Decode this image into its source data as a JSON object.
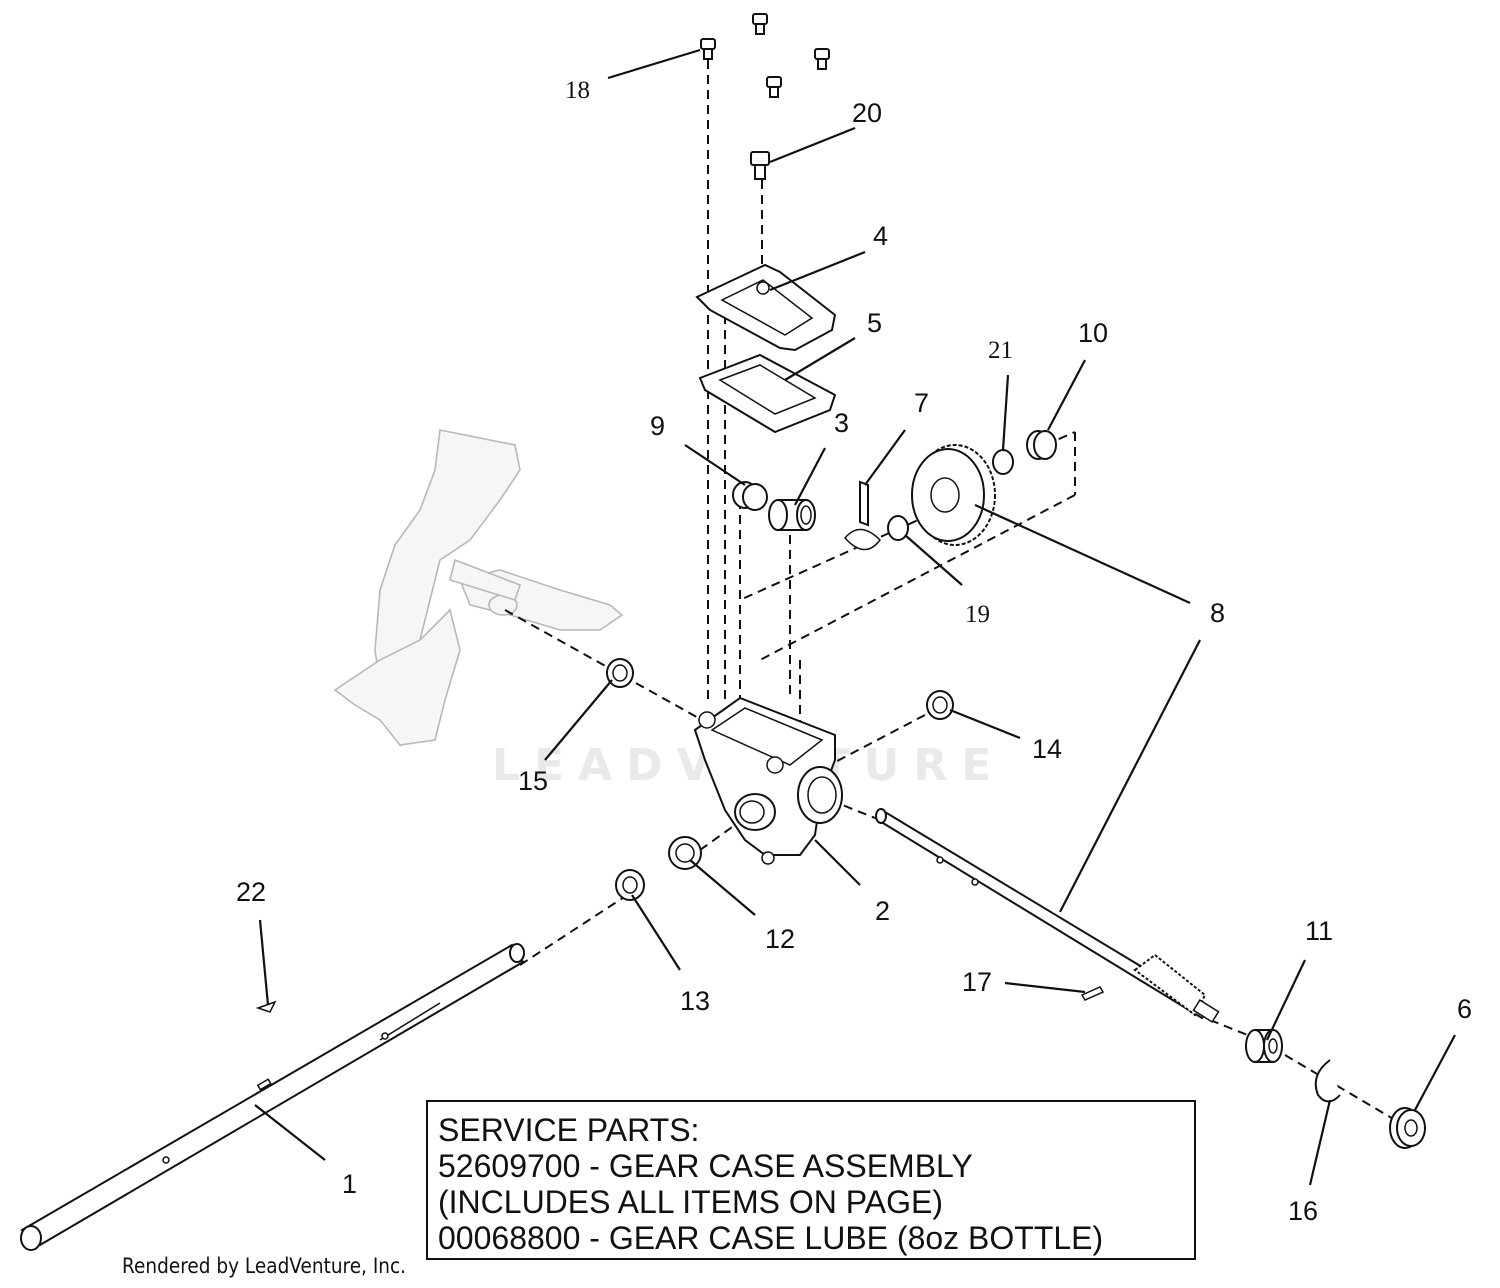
{
  "watermark": "LEADVENTURE",
  "callouts": {
    "c1": "1",
    "c2": "2",
    "c3": "3",
    "c4": "4",
    "c5": "5",
    "c6": "6",
    "c7": "7",
    "c8": "8",
    "c9": "9",
    "c10": "10",
    "c11": "11",
    "c12": "12",
    "c13": "13",
    "c14": "14",
    "c15": "15",
    "c16": "16",
    "c17": "17",
    "c18": "18",
    "c19": "19",
    "c20": "20",
    "c21": "21",
    "c22": "22"
  },
  "service_parts": {
    "heading": "SERVICE PARTS:",
    "line1": "52609700 - GEAR CASE ASSEMBLY",
    "line2": "(INCLUDES ALL ITEMS ON PAGE)",
    "line3": "00068800 - GEAR CASE LUBE (8oz BOTTLE)"
  },
  "footer": {
    "rendered_by": "Rendered by LeadVenture, Inc."
  }
}
